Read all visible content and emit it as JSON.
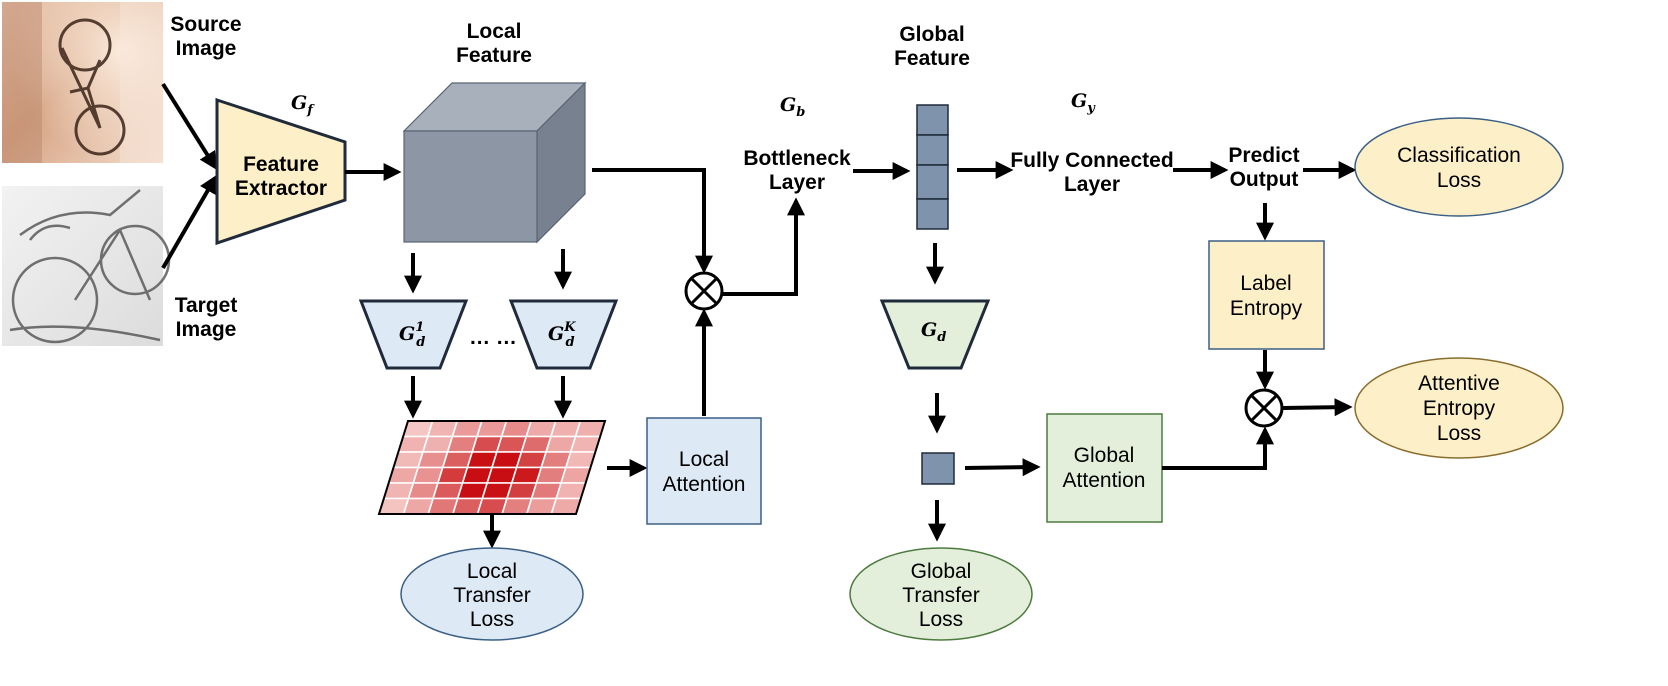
{
  "images": {
    "source_label_line1": "Source",
    "source_label_line2": "Image",
    "target_label_line1": "Target",
    "target_label_line2": "Image"
  },
  "feature_extractor": {
    "line1": "Feature",
    "line2": "Extractor",
    "symbol": "G",
    "symbol_sub": "f"
  },
  "local_feature": {
    "line1": "Local",
    "line2": "Feature"
  },
  "discriminators": {
    "first_symbol": "G",
    "first_sub": "d",
    "first_sup": "1",
    "last_symbol": "G",
    "last_sub": "d",
    "last_sup": "K",
    "ellipsis": "… …"
  },
  "local_transfer_loss": {
    "line1": "Local",
    "line2": "Transfer",
    "line3": "Loss"
  },
  "local_attention": {
    "line1": "Local",
    "line2": "Attention"
  },
  "bottleneck": {
    "line1": "Bottleneck",
    "line2": "Layer",
    "symbol": "G",
    "symbol_sub": "b"
  },
  "global_feature": {
    "line1": "Global",
    "line2": "Feature"
  },
  "global_discriminator": {
    "symbol": "G",
    "symbol_sub": "d"
  },
  "global_transfer_loss": {
    "line1": "Global",
    "line2": "Transfer",
    "line3": "Loss"
  },
  "global_attention": {
    "line1": "Global",
    "line2": "Attention"
  },
  "fully_connected": {
    "line1": "Fully Connected",
    "line2": "Layer",
    "symbol": "G",
    "symbol_sub": "y"
  },
  "predict_output": {
    "line1": "Predict",
    "line2": "Output"
  },
  "classification_loss": {
    "line1": "Classification",
    "line2": "Loss"
  },
  "label_entropy": {
    "line1": "Label",
    "line2": "Entropy"
  },
  "attentive_entropy_loss": {
    "line1": "Attentive",
    "line2": "Entropy",
    "line3": "Loss"
  },
  "colors": {
    "extractor_fill": "#fdf0c8",
    "discriminator_fill": "#dde9f5",
    "global_disc_fill": "#e3efda",
    "cube_front": "#8c96a4",
    "cube_top": "#a8b0bb",
    "cube_side": "#77818f",
    "vector_fill": "#7f93ad",
    "local_loss_fill": "#dde9f5",
    "global_loss_fill": "#e3efda",
    "classification_fill": "#fdf0c8",
    "label_entropy_fill": "#fdf0c8",
    "global_attention_fill": "#e3efda",
    "local_attention_fill": "#dde9f5",
    "heatmap_base": "#fff3ee",
    "heatmap_peak": "#c80e12"
  }
}
